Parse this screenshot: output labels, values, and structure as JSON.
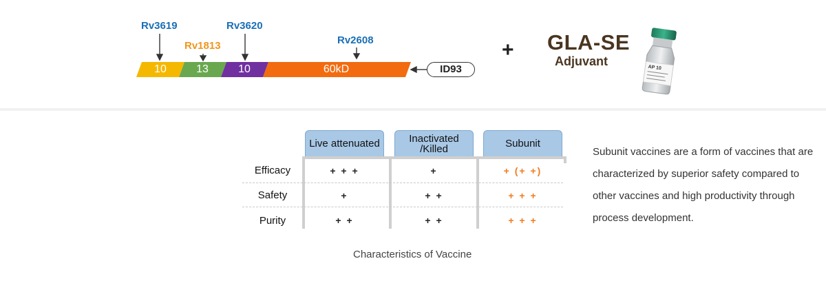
{
  "diagram": {
    "markers": [
      {
        "label": "Rv3619",
        "color": "#1a6fb5"
      },
      {
        "label": "Rv1813",
        "color": "#f0961e"
      },
      {
        "label": "Rv3620",
        "color": "#1a6fb5"
      },
      {
        "label": "Rv2608",
        "color": "#1a6fb5"
      }
    ],
    "segments": [
      {
        "label": "10",
        "color": "#f5b800"
      },
      {
        "label": "13",
        "color": "#6aa84f"
      },
      {
        "label": "10",
        "color": "#7030a0"
      },
      {
        "label": "60kD",
        "color": "#f26b0f"
      }
    ],
    "fusion_label": "ID93",
    "plus": "+",
    "adjuvant_name": "GLA-SE",
    "adjuvant_sub": "Adjuvant",
    "vial_text": "AP 10"
  },
  "table": {
    "headers": [
      "Live attenuated",
      "Inactivated\n/Killed",
      "Subunit"
    ],
    "rows": [
      {
        "label": "Efficacy",
        "cells": [
          "+ + +",
          "+",
          "+ (+ +)"
        ]
      },
      {
        "label": "Safety",
        "cells": [
          "+",
          "+ +",
          "+ + +"
        ]
      },
      {
        "label": "Purity",
        "cells": [
          "+ +",
          "+ +",
          "+ + +"
        ]
      }
    ],
    "caption": "Characteristics of Vaccine"
  },
  "description": "Subunit vaccines are a form of vaccines that are characterized by superior safety compared to other vaccines and high productivity through process development."
}
